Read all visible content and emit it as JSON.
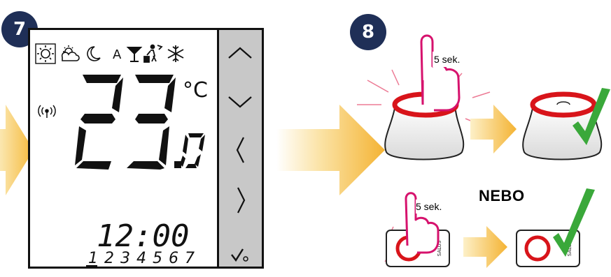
{
  "steps": {
    "step7_number": "7",
    "step8_number": "8"
  },
  "thermostat": {
    "mode_icons": [
      "sun-icon",
      "partly-cloudy-icon",
      "moon-icon",
      "auto-mode-icon",
      "party-icon",
      "holiday-icon",
      "frost-icon"
    ],
    "auto_label": "A",
    "temperature_main": "23",
    "temperature_decimal": ".0",
    "unit": "°C",
    "signal_icon": "wireless-signal-icon",
    "time": "12:00",
    "days": [
      "1",
      "2",
      "3",
      "4",
      "5",
      "6",
      "7"
    ],
    "active_day": "1"
  },
  "side_panel": {
    "buttons": [
      "chevron-up-icon",
      "chevron-down-icon",
      "chevron-left-icon",
      "chevron-right-icon",
      "confirm-icon"
    ]
  },
  "gateway": {
    "hold_label_top": "5 sek.",
    "hold_label_bottom": "5 sek.",
    "or_label": "NEBO",
    "brand": "SALUS"
  },
  "colors": {
    "badge": "#1f2f57",
    "arrow": "#f6c24a",
    "check": "#3aa83a",
    "hand": "#d6126d",
    "ring": "#e01818",
    "panel": "#c8c8c8"
  }
}
